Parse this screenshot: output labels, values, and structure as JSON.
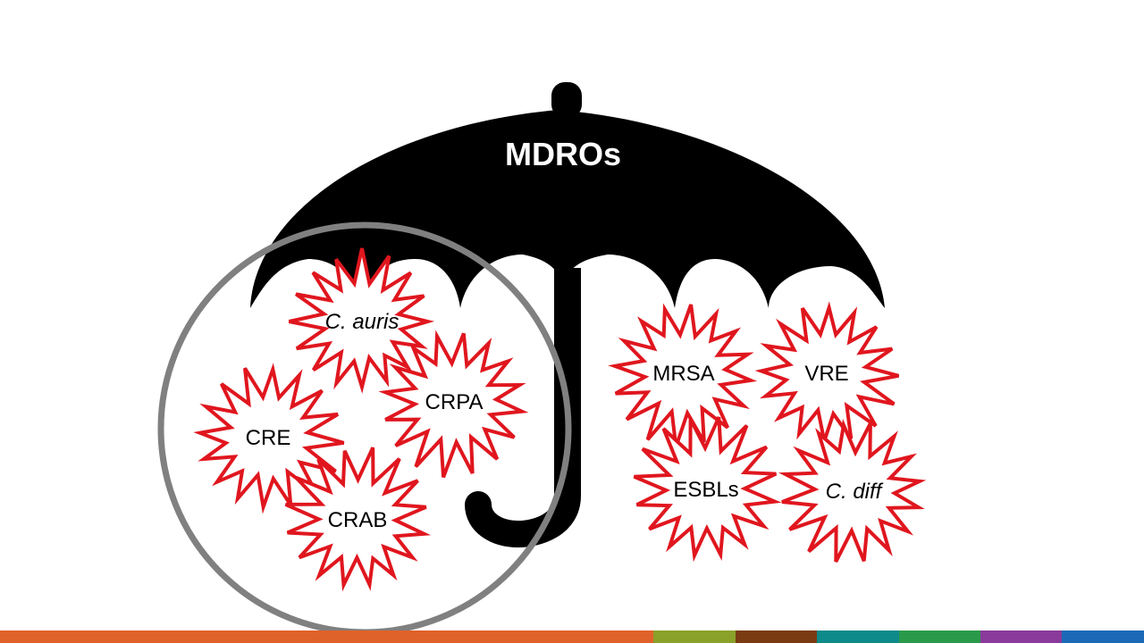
{
  "umbrella": {
    "title": "MDROs",
    "color": "#000000"
  },
  "group_circle": {
    "stroke_color": "#808080"
  },
  "burst_style": {
    "stroke_color": "#e0161e",
    "fill_color": "#ffffff"
  },
  "organisms": [
    {
      "label": "C. auris",
      "italic": true,
      "in_circle": true
    },
    {
      "label": "CRPA",
      "italic": false,
      "in_circle": true
    },
    {
      "label": "CRE",
      "italic": false,
      "in_circle": true
    },
    {
      "label": "CRAB",
      "italic": false,
      "in_circle": true
    },
    {
      "label": "MRSA",
      "italic": false,
      "in_circle": false
    },
    {
      "label": "VRE",
      "italic": false,
      "in_circle": false
    },
    {
      "label": "ESBLs",
      "italic": false,
      "in_circle": false
    },
    {
      "label": "C. diff",
      "italic": true,
      "in_circle": false
    }
  ],
  "footer": {
    "segment_colors": [
      "#e0612a",
      "#e0612a",
      "#e0612a",
      "#e0612a",
      "#e0612a",
      "#e0612a",
      "#e0612a",
      "#e0612a",
      "#8aa12a",
      "#7a3a12",
      "#0e8a8a",
      "#2a9a4a",
      "#8a3a9a",
      "#1a6ab8"
    ]
  }
}
